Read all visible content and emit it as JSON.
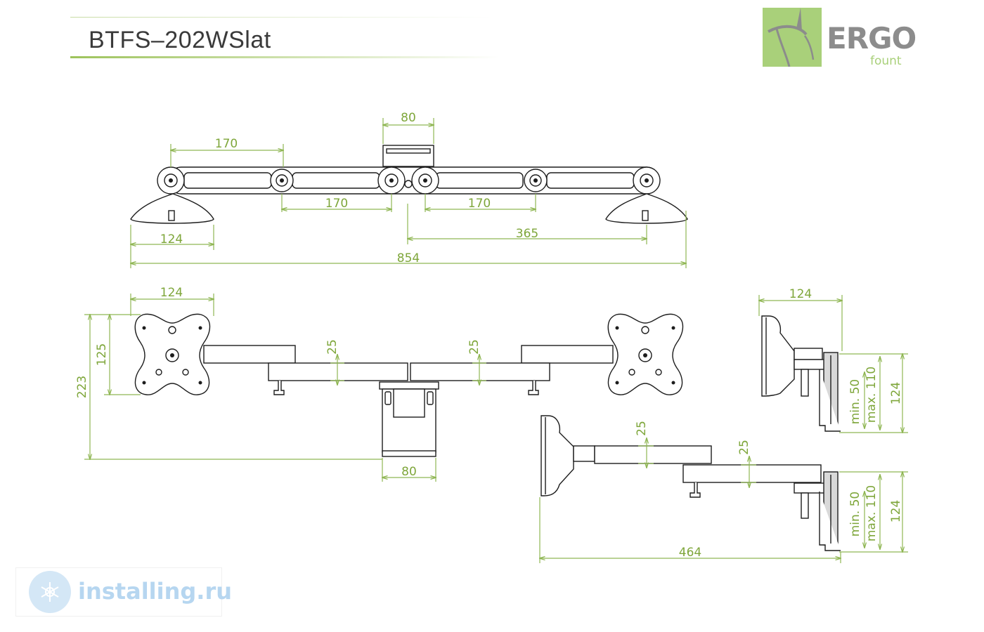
{
  "title": "BTFS–202WSlat",
  "logo": {
    "brand": "ERGO",
    "sub": "fount",
    "icon": "ergofount-logo-icon"
  },
  "watermark": {
    "text": "installing.ru",
    "icon": "installing-ru-logo-icon"
  },
  "colors": {
    "dimension": "#7ea63a",
    "part": "#1d1d1d",
    "logo_green": "#a9d07a",
    "logo_gray": "#8c8c8c"
  },
  "dimensions": {
    "top_clamp_width": "80",
    "top_arm_left": "170",
    "top_arm_inner_left": "170",
    "top_arm_inner_right": "170",
    "top_foot_width": "124",
    "top_half_span": "365",
    "top_total_span": "854",
    "front_vesa_width": "124",
    "front_vesa_height": "125",
    "front_total_height": "223",
    "front_arm_thickness_left": "25",
    "front_arm_thickness_right": "25",
    "front_clamp_width": "80",
    "side_top_width": "124",
    "side_top_clamp_min": "min. 50",
    "side_top_clamp_max": "max. 110",
    "side_top_height": "124",
    "side_arm_thickness_1": "25",
    "side_arm_thickness_2": "25",
    "side_bottom_clamp_min": "min. 50",
    "side_bottom_clamp_max": "max. 110",
    "side_bottom_height": "124",
    "side_bottom_reach": "464"
  }
}
